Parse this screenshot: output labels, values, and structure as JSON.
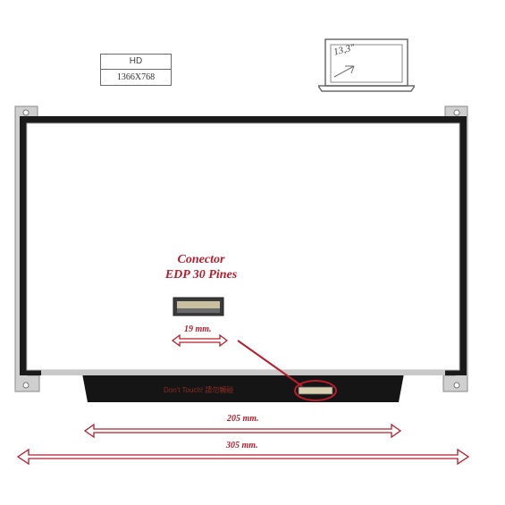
{
  "badge": {
    "resolution_class": "HD",
    "resolution": "1366X768"
  },
  "laptop": {
    "size": "13,3\""
  },
  "connector": {
    "title": "Conector",
    "subtitle": "EDP 30 Pines",
    "width": "19 mm."
  },
  "dimensions": {
    "active_width": "205 mm.",
    "panel_width": "305 mm."
  },
  "panel": {
    "warning": "Don't Touch! 請勿觸碰"
  },
  "colors": {
    "accent_red": "#b81d2c",
    "panel_frame": "#1a1a1a",
    "bracket": "#c9c9c9"
  }
}
